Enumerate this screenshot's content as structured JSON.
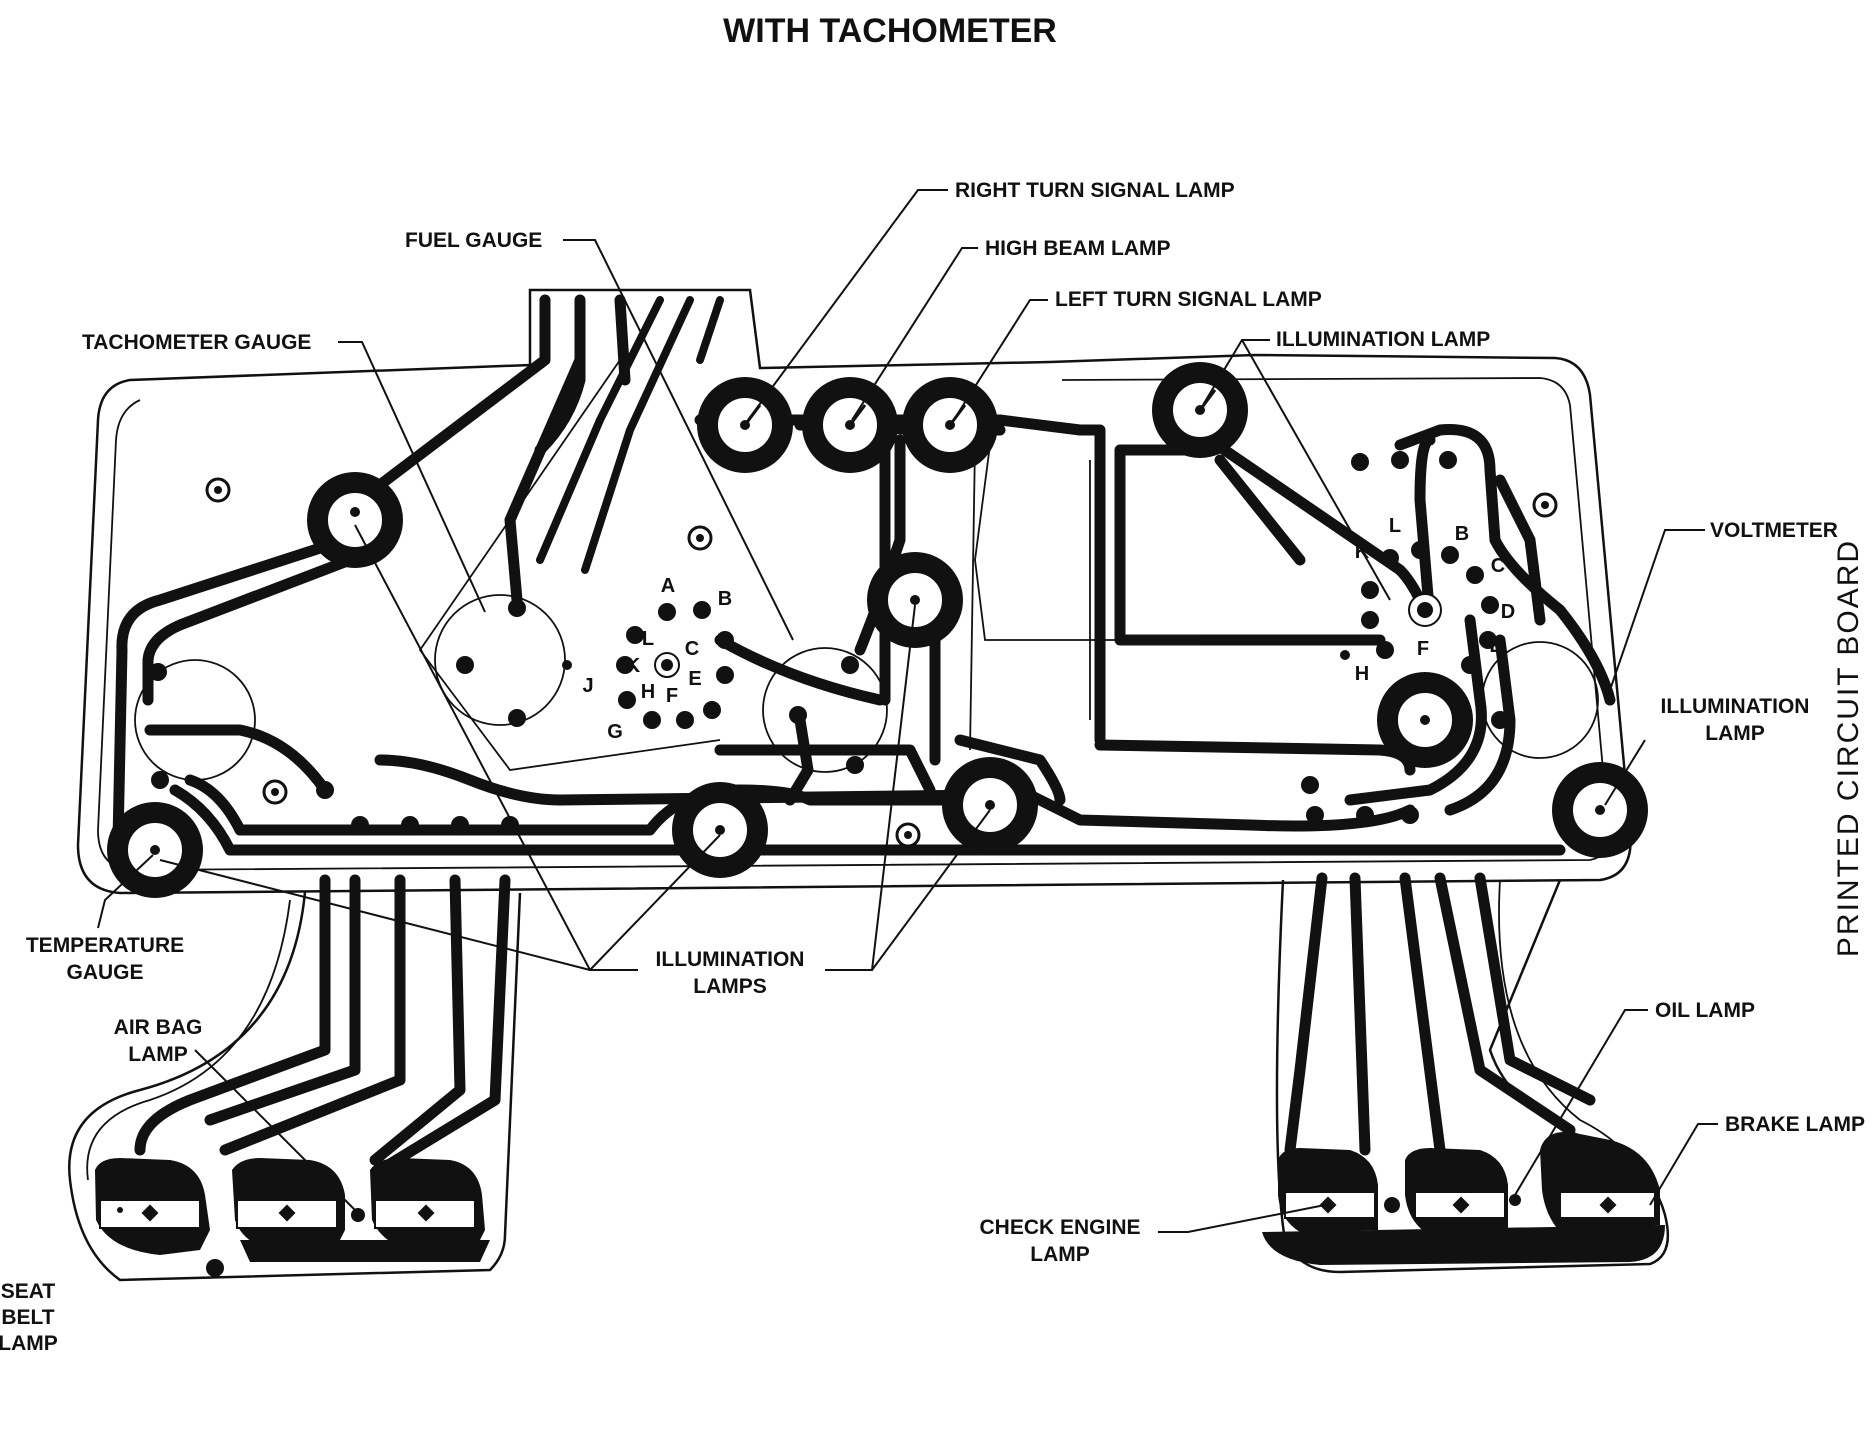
{
  "title": "WITH TACHOMETER",
  "side_label": "PRINTED CIRCUIT BOARD",
  "callouts": {
    "right_turn": "RIGHT TURN SIGNAL LAMP",
    "high_beam": "HIGH BEAM LAMP",
    "left_turn": "LEFT TURN SIGNAL LAMP",
    "illum_top": "ILLUMINATION LAMP",
    "fuel": "FUEL GAUGE",
    "tach": "TACHOMETER GAUGE",
    "voltmeter": "VOLTMETER",
    "illum_right_1": "ILLUMINATION",
    "illum_right_2": "LAMP",
    "temp_1": "TEMPERATURE",
    "temp_2": "GAUGE",
    "illum_lamps_1": "ILLUMINATION",
    "illum_lamps_2": "LAMPS",
    "airbag_1": "AIR BAG",
    "airbag_2": "LAMP",
    "oil": "OIL LAMP",
    "brake": "BRAKE LAMP",
    "check_1": "CHECK ENGINE",
    "check_2": "LAMP",
    "seat_1": "SEAT",
    "seat_2": "BELT",
    "seat_3": "LAMP"
  },
  "left_connector_pins": {
    "a": "A",
    "b": "B",
    "c": "C",
    "e": "E",
    "f": "F",
    "g": "G",
    "h": "H",
    "k": "K",
    "l": "L",
    "j": "J"
  },
  "right_connector_pins": {
    "b": "B",
    "c": "C",
    "d": "D",
    "e": "E",
    "f": "F",
    "h": "H",
    "k": "K",
    "l": "L"
  }
}
